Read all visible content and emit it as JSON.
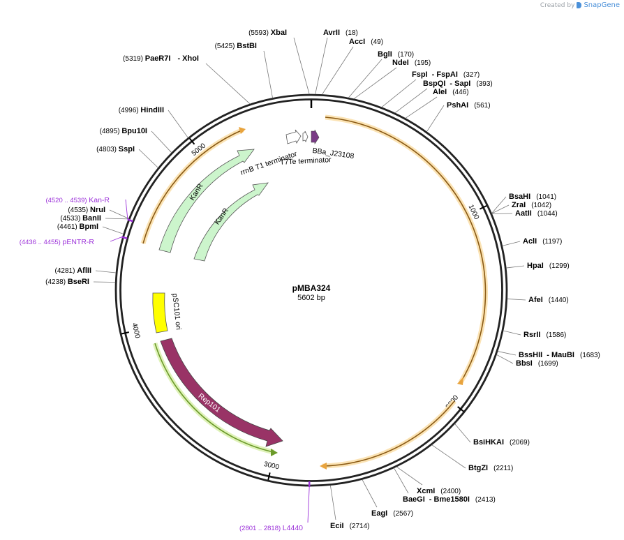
{
  "credit": {
    "created_by": "Created by",
    "brand": "SnapGene"
  },
  "plasmid": {
    "name": "pMBA324",
    "length_label": "5602 bp",
    "length_bp": 5602
  },
  "ticks": [
    {
      "label": "1000",
      "pos": 1000
    },
    {
      "label": "2000",
      "pos": 2000
    },
    {
      "label": "3000",
      "pos": 3000
    },
    {
      "label": "4000",
      "pos": 4000
    },
    {
      "label": "5000",
      "pos": 5000
    }
  ],
  "enzymes": [
    {
      "name": "XbaI",
      "pos": "(5593)",
      "site": 5593
    },
    {
      "name": "AvrII",
      "pos": "(18)",
      "site": 18
    },
    {
      "name": "AccI",
      "pos": "(49)",
      "site": 49
    },
    {
      "name": "BglI",
      "pos": "(170)",
      "site": 170
    },
    {
      "name": "NdeI",
      "pos": "(195)",
      "site": 195
    },
    {
      "name": "FspI",
      "name2": "- FspAI",
      "pos": "(327)",
      "site": 327
    },
    {
      "name": "BspQI",
      "name2": "- SapI",
      "pos": "(393)",
      "site": 393
    },
    {
      "name": "AleI",
      "pos": "(446)",
      "site": 446
    },
    {
      "name": "PshAI",
      "pos": "(561)",
      "site": 561
    },
    {
      "name": "BsaHI",
      "pos": "(1041)",
      "site": 1041
    },
    {
      "name": "ZraI",
      "pos": "(1042)",
      "site": 1042
    },
    {
      "name": "AatII",
      "pos": "(1044)",
      "site": 1044
    },
    {
      "name": "AclI",
      "pos": "(1197)",
      "site": 1197
    },
    {
      "name": "HpaI",
      "pos": "(1299)",
      "site": 1299
    },
    {
      "name": "AfeI",
      "pos": "(1440)",
      "site": 1440
    },
    {
      "name": "RsrII",
      "pos": "(1586)",
      "site": 1586
    },
    {
      "name": "BssHII",
      "name2": "- MauBI",
      "pos": "(1683)",
      "site": 1683
    },
    {
      "name": "BbsI",
      "pos": "(1699)",
      "site": 1699
    },
    {
      "name": "BsiHKAI",
      "pos": "(2069)",
      "site": 2069
    },
    {
      "name": "BtgZI",
      "pos": "(2211)",
      "site": 2211
    },
    {
      "name": "XcmI",
      "pos": "(2400)",
      "site": 2400
    },
    {
      "name": "BaeGI",
      "name2": "- Bme1580I",
      "pos": "(2413)",
      "site": 2413
    },
    {
      "name": "EagI",
      "pos": "(2567)",
      "site": 2567
    },
    {
      "name": "EciI",
      "pos": "(2714)",
      "site": 2714
    },
    {
      "name": "BseRI",
      "pos": "(4238)",
      "site": 4238
    },
    {
      "name": "AflII",
      "pos": "(4281)",
      "site": 4281
    },
    {
      "name": "BpmI",
      "pos": "(4461)",
      "site": 4461
    },
    {
      "name": "BanII",
      "pos": "(4533)",
      "site": 4533
    },
    {
      "name": "NruI",
      "pos": "(4535)",
      "site": 4535
    },
    {
      "name": "SspI",
      "pos": "(4803)",
      "site": 4803
    },
    {
      "name": "Bpu10I",
      "pos": "(4895)",
      "site": 4895
    },
    {
      "name": "HindIII",
      "pos": "(4996)",
      "site": 4996
    },
    {
      "name": "PaeR7I",
      "name2": "- XhoI",
      "pos": "(5319)",
      "site": 5319
    },
    {
      "name": "BstBI",
      "pos": "(5425)",
      "site": 5425
    }
  ],
  "primers": [
    {
      "range": "(4520 .. 4539)",
      "name": "Kan-R",
      "site": 4530
    },
    {
      "range": "(4436 .. 4455)",
      "name": "pENTR-R",
      "site": 4446
    },
    {
      "range": "(2801 .. 2818)",
      "name": "L4440",
      "site": 2810
    }
  ],
  "features": [
    {
      "name": "KanR",
      "type": "CDS",
      "color": "#ccf5cc"
    },
    {
      "name": "KanR",
      "type": "CDS",
      "color": "#ccf5cc"
    },
    {
      "name": "rrnB T1 terminator",
      "type": "terminator",
      "color": "#ffffff"
    },
    {
      "name": "T7Te terminator",
      "type": "terminator",
      "color": "#ffffff"
    },
    {
      "name": "BBa_J23108",
      "type": "promoter",
      "color": "#7a3b86"
    },
    {
      "name": "pSC101 ori",
      "type": "rep_origin",
      "color": "#ffff00"
    },
    {
      "name": "Rep101",
      "type": "CDS",
      "color": "#993366"
    }
  ],
  "colors": {
    "orf": "#e8a33d",
    "orf_glow": "#fbe3b4",
    "ori_strand": "#6b9a2a",
    "ori_glow": "#dff2b9",
    "primer": "#9b30d9"
  }
}
